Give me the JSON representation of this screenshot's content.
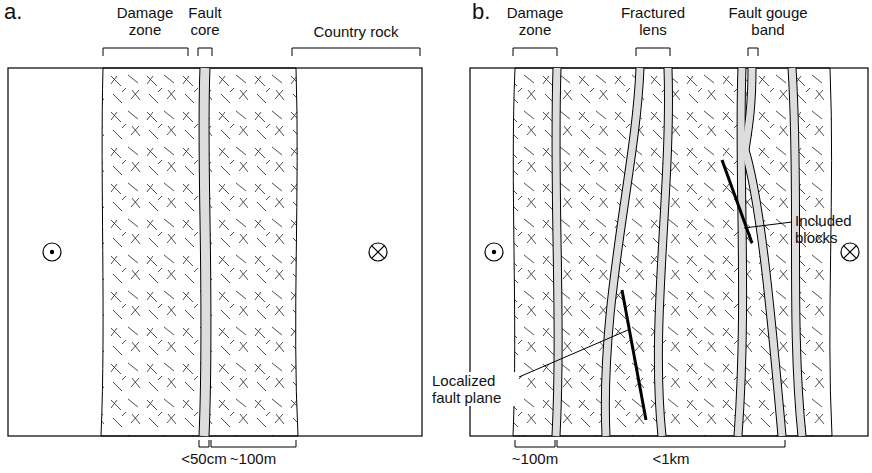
{
  "diagram": {
    "labels": [
      "a.",
      "Damage zone",
      "Fault core",
      "Country rock",
      "<50cm",
      "~100m",
      "b.",
      "Damage zone",
      "Fractured lens",
      "Fault gouge band",
      "Included blocks",
      "Localized fault plane",
      "~100m",
      "<1km"
    ]
  }
}
